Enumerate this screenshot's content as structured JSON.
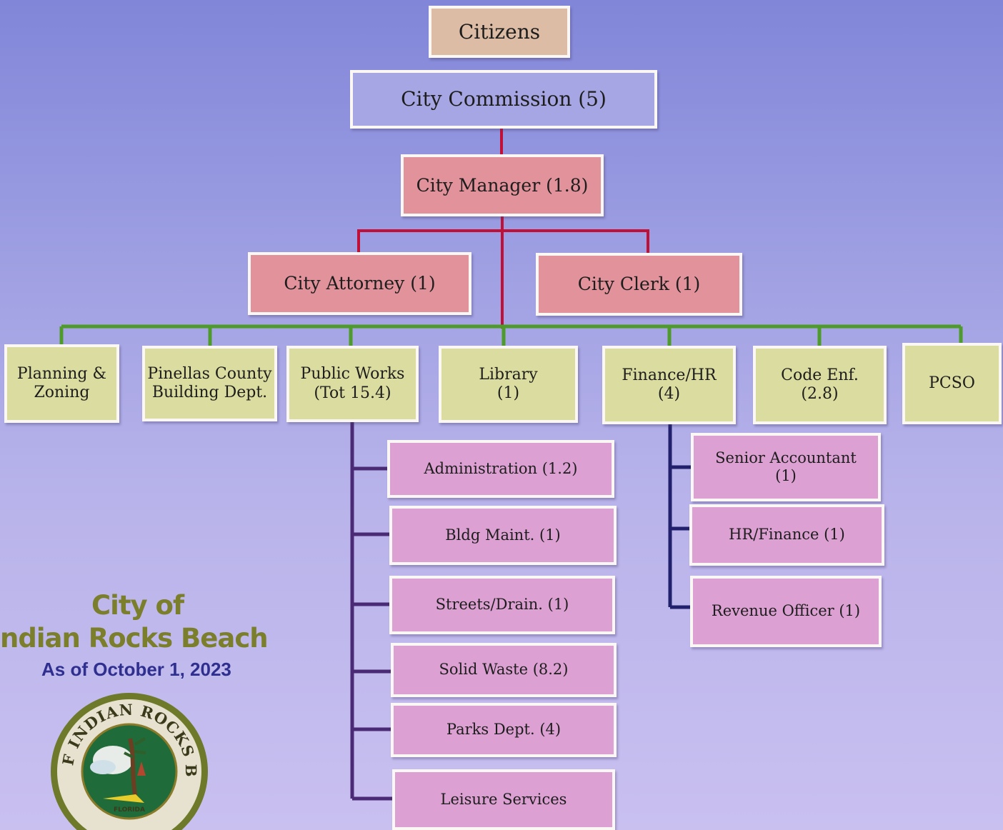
{
  "chart": {
    "citizens": "Citizens",
    "commission": "City Commission (5)",
    "manager": "City Manager (1.8)",
    "attorney": "City Attorney (1)",
    "clerk": "City Clerk (1)",
    "departments": [
      "Planning &\nZoning",
      "Pinellas County\nBuilding Dept.",
      "Public Works\n(Tot 15.4)",
      "Library\n(1)",
      "Finance/HR\n(4)",
      "Code Enf.\n(2.8)",
      "PCSO"
    ],
    "public_works_units": [
      "Administration (1.2)",
      "Bldg Maint. (1)",
      "Streets/Drain. (1)",
      "Solid Waste (8.2)",
      "Parks Dept. (4)",
      "Leisure Services"
    ],
    "finance_units": [
      "Senior Accountant\n(1)",
      "HR/Finance (1)",
      "Revenue Officer (1)"
    ]
  },
  "footer": {
    "title_line1": "City of",
    "title_line2": "ndian Rocks Beach",
    "as_of": "As of October 1, 2023"
  },
  "seal": {
    "top_text": "CITY OF INDIAN ROCKS BEACH",
    "state": "FLORIDA"
  },
  "colors": {
    "citizens": "#dcbca4",
    "commission": "#a6a6e4",
    "officials": "#e1929a",
    "departments": "#dbdca0",
    "units": "#dca0d2",
    "red_line": "#c01038",
    "green_line": "#4e9a2a",
    "purple_line": "#4a2a74",
    "navy_line": "#20206c"
  }
}
